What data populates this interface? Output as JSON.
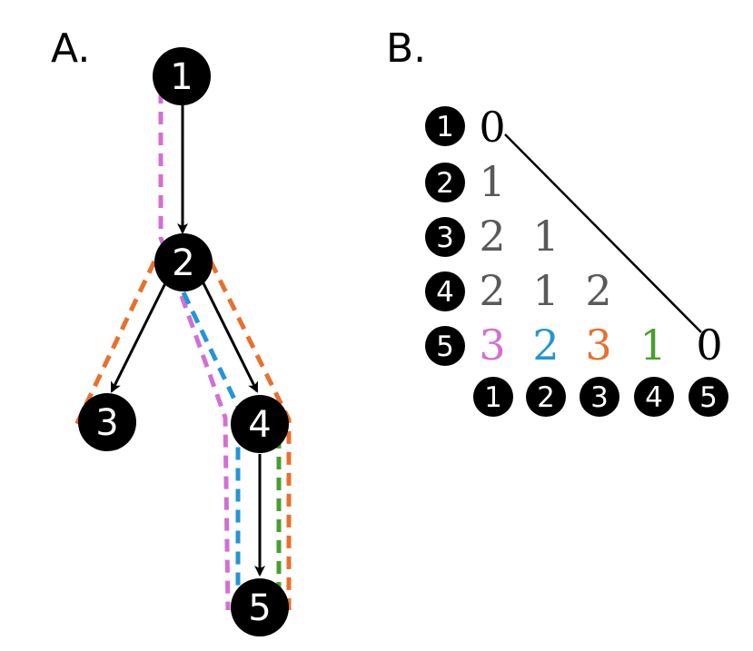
{
  "panel_a": {
    "label": "A.",
    "nodes": [
      "1",
      "2",
      "3",
      "4",
      "5"
    ]
  },
  "panel_b": {
    "label": "B.",
    "row_labels": [
      "1",
      "2",
      "3",
      "4",
      "5"
    ],
    "col_labels": [
      "1",
      "2",
      "3",
      "4",
      "5"
    ],
    "cells": [
      [
        "0"
      ],
      [
        "1"
      ],
      [
        "2",
        "1"
      ],
      [
        "2",
        "1",
        "2"
      ],
      [
        "3",
        "2",
        "3",
        "1",
        "0"
      ]
    ]
  },
  "colors": {
    "node": "#000000",
    "cell_gray": "#595959",
    "cell_black": "#000000",
    "magenta": "#d36fd3",
    "blue": "#2396d3",
    "orange": "#e8702e",
    "green": "#4a9e2f"
  }
}
